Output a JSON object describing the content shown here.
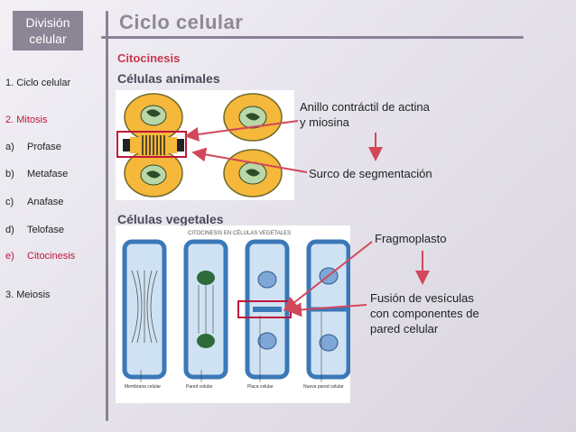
{
  "sidebar": {
    "header": [
      "División",
      "celular"
    ],
    "items": [
      {
        "label": "1. Ciclo celular",
        "active": false
      },
      {
        "label": "2. Mitosis",
        "active": true
      },
      {
        "letter": "a)",
        "label": "Profase",
        "active": false
      },
      {
        "letter": "b)",
        "label": "Metafase",
        "active": false
      },
      {
        "letter": "c)",
        "label": "Anafase",
        "active": false
      },
      {
        "letter": "d)",
        "label": "Telofase",
        "active": false
      },
      {
        "letter": "e)",
        "label": "Citocinesis",
        "active": true
      },
      {
        "label": "3. Meiosis",
        "active": false
      }
    ]
  },
  "main": {
    "title": "Ciclo celular",
    "subtitle": "Citocinesis",
    "animal_heading": "Células animales",
    "plant_heading": "Células vegetales",
    "animal_labels": {
      "contractile_ring": [
        "Anillo contráctil de actina",
        "y miosina"
      ],
      "furrow": "Surco de segmentación"
    },
    "plant_labels": {
      "phragmoplast": "Fragmoplasto",
      "fusion": [
        "Fusión de vesículas",
        "con componentes de",
        "pared celular"
      ]
    },
    "plant_image": {
      "caption": "CITOCINESIS EN CÉLULAS VEGETALES",
      "panel_labels": [
        "Membrana celular",
        "Pared celular",
        "Placa celular",
        "Nueva pared celular"
      ]
    }
  },
  "colors": {
    "accent_red": "#c0163c",
    "arrow_red": "#d2485a",
    "sidebar_box": "#8d8496",
    "divider": "#8a8196"
  }
}
